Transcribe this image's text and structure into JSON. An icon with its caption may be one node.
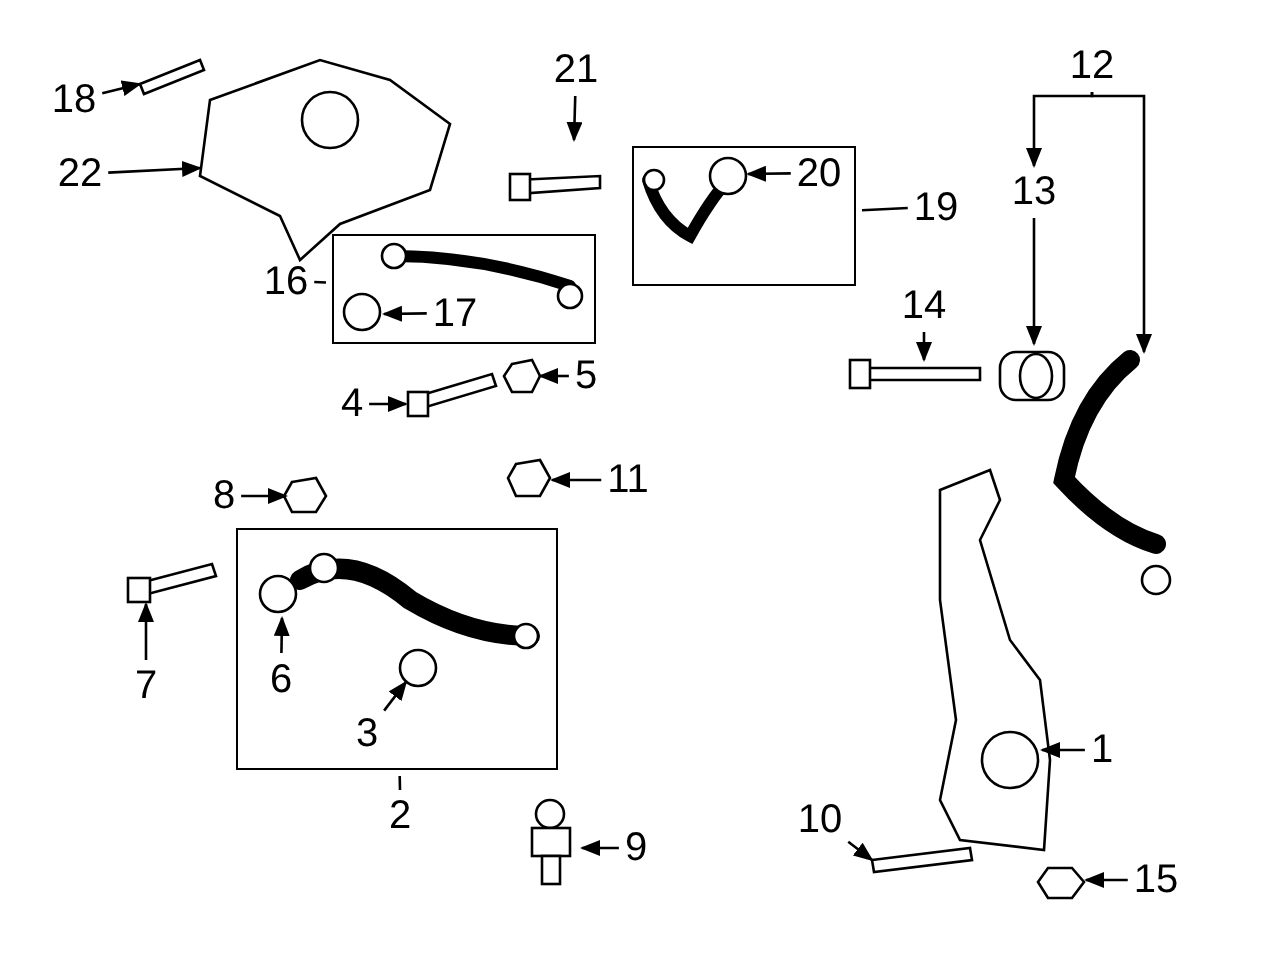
{
  "diagram": {
    "nodes": [
      {
        "text": [
          "18"
        ]
      },
      {
        "text": [
          "22"
        ]
      },
      {
        "text": [
          "21"
        ]
      },
      {
        "text": [],
        "shape": "box"
      },
      {
        "text": [
          "20"
        ],
        "in": 3
      },
      {
        "text": [
          "19"
        ]
      },
      {
        "text": [],
        "shape": "box"
      },
      {
        "text": [
          "16"
        ]
      },
      {
        "text": [
          "17"
        ],
        "in": 6
      },
      {
        "text": [
          "12"
        ]
      },
      {
        "text": [
          "13"
        ]
      },
      {
        "text": [
          "14"
        ]
      },
      {
        "text": [
          "5"
        ]
      },
      {
        "text": [
          "4"
        ]
      },
      {
        "text": [
          "8"
        ]
      },
      {
        "text": [
          "11"
        ]
      },
      {
        "text": [],
        "shape": "box"
      },
      {
        "text": [
          "7"
        ]
      },
      {
        "text": [
          "6"
        ],
        "in": 16
      },
      {
        "text": [
          "3"
        ],
        "in": 16
      },
      {
        "text": [
          "2"
        ]
      },
      {
        "text": [
          "9"
        ]
      },
      {
        "text": [
          "1"
        ]
      },
      {
        "text": [
          "10"
        ]
      },
      {
        "text": [
          "15"
        ]
      }
    ],
    "edges": [
      {
        "from": 0,
        "to": null,
        "arrow": "to"
      },
      {
        "from": 1,
        "to": null,
        "arrow": "to"
      },
      {
        "from": 2,
        "to": null,
        "arrow": "to"
      },
      {
        "from": 4,
        "to": null,
        "arrow": "to"
      },
      {
        "from": 5,
        "to": 3,
        "arrow": "none"
      },
      {
        "from": 7,
        "to": 6,
        "arrow": "none"
      },
      {
        "from": 8,
        "to": null,
        "arrow": "to"
      },
      {
        "from": 9,
        "to": 10,
        "arrow": "to"
      },
      {
        "from": 9,
        "to": null,
        "arrow": "to"
      },
      {
        "from": 10,
        "to": null,
        "arrow": "to"
      },
      {
        "from": 11,
        "to": null,
        "arrow": "to"
      },
      {
        "from": 12,
        "to": null,
        "arrow": "to"
      },
      {
        "from": 13,
        "to": null,
        "arrow": "to"
      },
      {
        "from": 14,
        "to": null,
        "arrow": "to"
      },
      {
        "from": 15,
        "to": null,
        "arrow": "to"
      },
      {
        "from": 17,
        "to": null,
        "arrow": "to"
      },
      {
        "from": 18,
        "to": null,
        "arrow": "to"
      },
      {
        "from": 19,
        "to": null,
        "arrow": "to"
      },
      {
        "from": 20,
        "to": 16,
        "arrow": "none"
      },
      {
        "from": 21,
        "to": null,
        "arrow": "to"
      },
      {
        "from": 22,
        "to": null,
        "arrow": "to"
      },
      {
        "from": 23,
        "to": null,
        "arrow": "to"
      },
      {
        "from": 24,
        "to": null,
        "arrow": "to"
      }
    ]
  }
}
